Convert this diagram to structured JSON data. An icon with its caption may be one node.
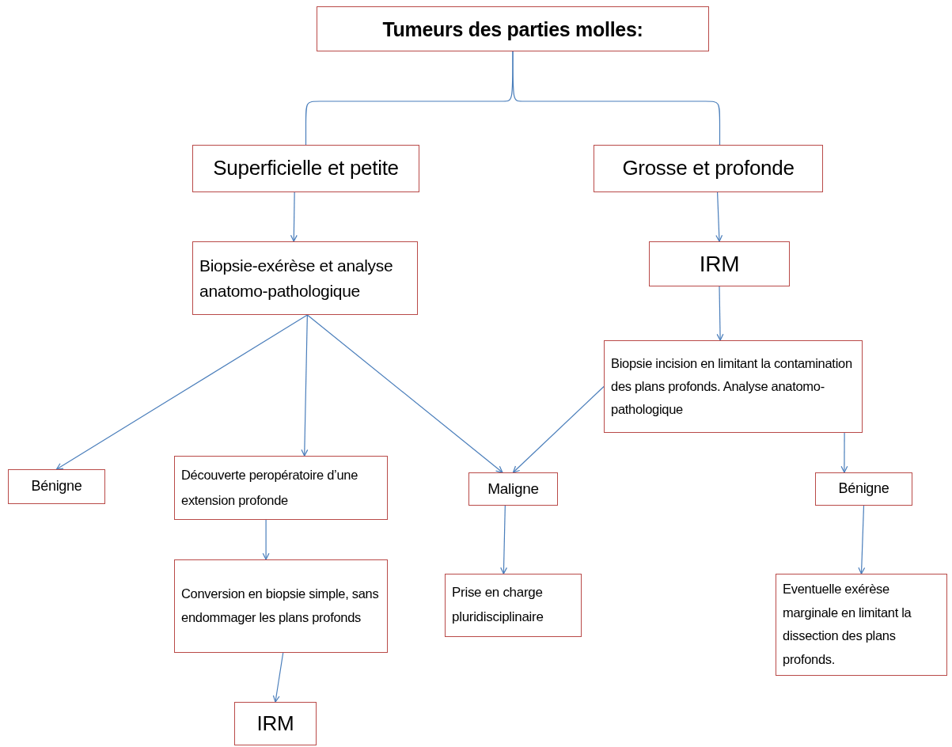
{
  "diagram": {
    "nodes": [
      {
        "text": [
          "Tumeurs des parties molles:"
        ]
      },
      {
        "text": [
          "Superficielle et petite"
        ]
      },
      {
        "text": [
          "Grosse et profonde"
        ]
      },
      {
        "text": [
          "Biopsie-exérèse et analyse anatomo-pathologique"
        ]
      },
      {
        "text": [
          "IRM"
        ]
      },
      {
        "text": [
          "Biopsie incision en limitant la contamination des plans profonds. Analyse anatomo-pathologique"
        ]
      },
      {
        "text": [
          "Bénigne"
        ]
      },
      {
        "text": [
          "Découverte peropératoire d’une extension profonde"
        ]
      },
      {
        "text": [
          "Maligne"
        ]
      },
      {
        "text": [
          "Bénigne"
        ]
      },
      {
        "text": [
          "Conversion en biopsie simple, sans endommager les plans profonds"
        ]
      },
      {
        "text": [
          "Prise en charge pluridisciplinaire"
        ]
      },
      {
        "text": [
          "Eventuelle exérèse marginale en limitant la dissection des plans profonds."
        ]
      },
      {
        "text": [
          "IRM"
        ]
      }
    ],
    "edges": [
      {
        "from": 0,
        "to": 1,
        "arrow": "none"
      },
      {
        "from": 0,
        "to": 2,
        "arrow": "none"
      },
      {
        "from": 1,
        "to": 3,
        "arrow": "to"
      },
      {
        "from": 2,
        "to": 4,
        "arrow": "to"
      },
      {
        "from": 4,
        "to": 5,
        "arrow": "to"
      },
      {
        "from": 3,
        "to": 6,
        "arrow": "to"
      },
      {
        "from": 3,
        "to": 7,
        "arrow": "to"
      },
      {
        "from": 3,
        "to": 8,
        "arrow": "to"
      },
      {
        "from": 5,
        "to": 8,
        "arrow": "to"
      },
      {
        "from": 5,
        "to": 9,
        "arrow": "to"
      },
      {
        "from": 7,
        "to": 10,
        "arrow": "to"
      },
      {
        "from": 8,
        "to": 11,
        "arrow": "to"
      },
      {
        "from": 9,
        "to": 12,
        "arrow": "to"
      },
      {
        "from": 10,
        "to": 13,
        "arrow": "to"
      }
    ]
  }
}
